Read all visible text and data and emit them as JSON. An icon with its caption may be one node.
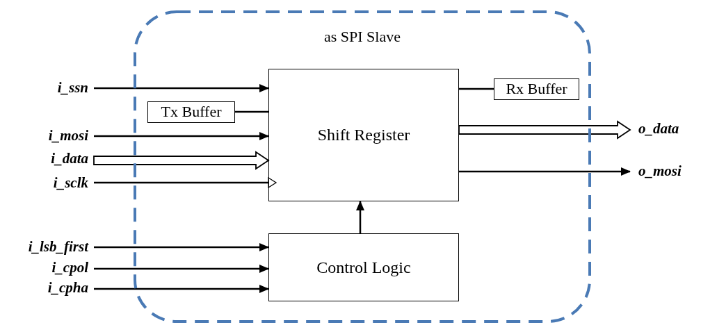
{
  "diagram": {
    "nodes": [
      {
        "text": [
          "as SPI Slave"
        ]
      },
      {
        "text": [
          "Shift Register"
        ],
        "in": 0
      },
      {
        "text": [
          "Control Logic"
        ],
        "in": 0
      },
      {
        "text": [
          "Tx Buffer"
        ],
        "in": 0
      },
      {
        "text": [
          "Rx Buffer"
        ],
        "in": 0
      },
      {
        "text": [
          "i_ssn"
        ]
      },
      {
        "text": [
          "i_mosi"
        ]
      },
      {
        "text": [
          "i_data"
        ]
      },
      {
        "text": [
          "i_sclk"
        ]
      },
      {
        "text": [
          "i_lsb_first"
        ]
      },
      {
        "text": [
          "i_cpol"
        ]
      },
      {
        "text": [
          "i_cpha"
        ]
      },
      {
        "text": [
          "o_data"
        ]
      },
      {
        "text": [
          "o_mosi"
        ]
      }
    ],
    "edges": [
      {
        "from": 5,
        "to": 1,
        "arrow": "to"
      },
      {
        "from": 6,
        "to": 1,
        "arrow": "to"
      },
      {
        "from": 7,
        "to": 1,
        "arrow": "to",
        "style": "thick"
      },
      {
        "from": 8,
        "to": 1,
        "arrow": "to"
      },
      {
        "from": 9,
        "to": 2,
        "arrow": "to"
      },
      {
        "from": 10,
        "to": 2,
        "arrow": "to"
      },
      {
        "from": 11,
        "to": 2,
        "arrow": "to"
      },
      {
        "from": 2,
        "to": 1,
        "arrow": "to"
      },
      {
        "from": 3,
        "to": 1,
        "arrow": "none"
      },
      {
        "from": 4,
        "to": 1,
        "arrow": "none"
      },
      {
        "from": 1,
        "to": 12,
        "arrow": "to",
        "style": "thick"
      },
      {
        "from": 1,
        "to": 13,
        "arrow": "to"
      }
    ]
  }
}
